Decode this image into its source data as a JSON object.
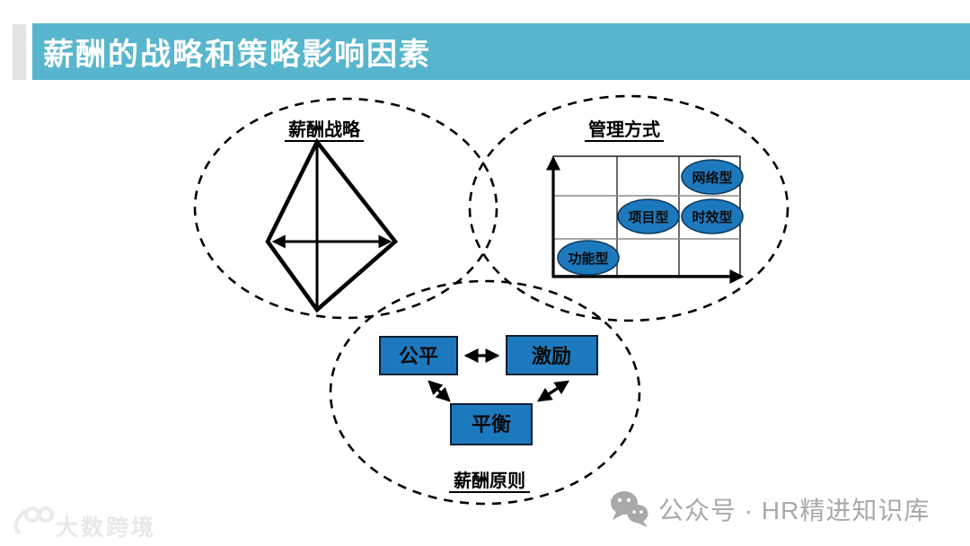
{
  "header": {
    "title": "薪酬的战略和策略影响因素"
  },
  "diagram": {
    "strategy_circle": {
      "title": "薪酬战略"
    },
    "management_circle": {
      "title": "管理方式",
      "matrix_items": [
        {
          "label": "网络型",
          "row": 1,
          "col": 3
        },
        {
          "label": "项目型",
          "row": 2,
          "col": 2
        },
        {
          "label": "时效型",
          "row": 2,
          "col": 3
        },
        {
          "label": "功能型",
          "row": 3,
          "col": 1
        }
      ]
    },
    "principles_circle": {
      "title": "薪酬原则",
      "boxes": [
        {
          "label": "公平"
        },
        {
          "label": "激励"
        },
        {
          "label": "平衡"
        }
      ]
    }
  },
  "footer": {
    "logo_text": "大数跨境",
    "wechat_label": "公众号 · HR精进知识库"
  },
  "colors": {
    "header_bar": "#57b6cd",
    "accent_gray": "#e3e3e3",
    "shape_blue": "#1d79be",
    "line_black": "#000000",
    "watermark_gray": "#a9a9a9"
  }
}
